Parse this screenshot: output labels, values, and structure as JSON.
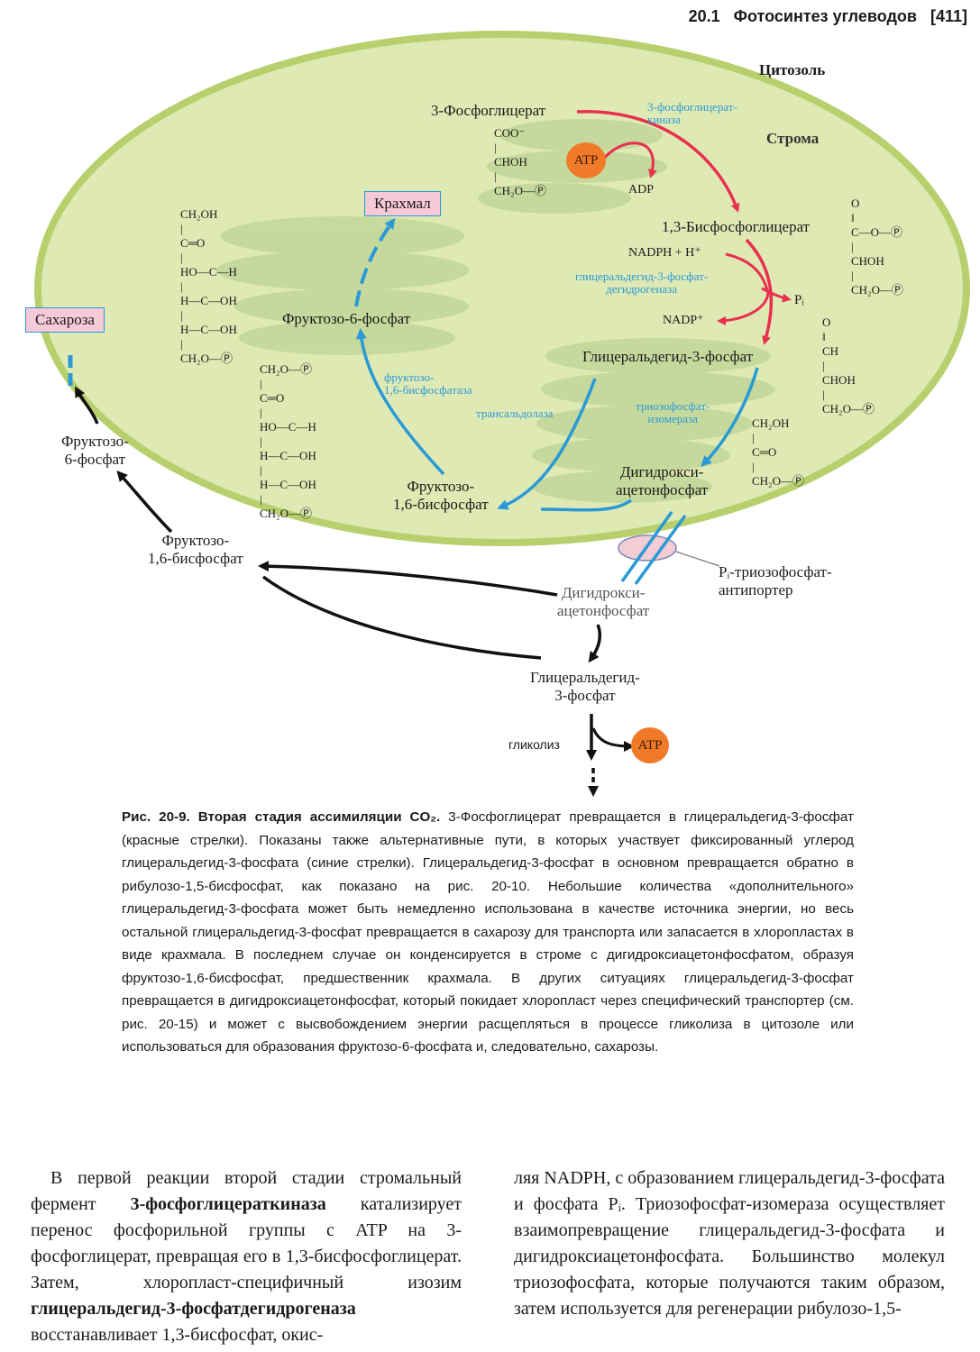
{
  "header": {
    "section": "20.1",
    "title": "Фотосинтез углеводов",
    "page": "[411]"
  },
  "figure": {
    "compartments": {
      "cytosol": "Цитозоль",
      "stroma": "Строма"
    },
    "stroma": {
      "pga": "3-Фосфоглицерат",
      "pga_struct": "COO⁻\n|\nCHOH\n|\nCH₂O—Ⓟ",
      "atp": "ATP",
      "adp": "ADP",
      "pgk": "3-фосфоглицерат-\nкиназа",
      "bpg": "1,3-Бисфосфоглицерат",
      "bpg_struct": "O\n‖\nC—O—Ⓟ\n|\nCHOH\n|\nCH₂O—Ⓟ",
      "nadph": "NADPH + H⁺",
      "gapdh": "глицеральдегид-3-фосфат-\nдегидрогеназа",
      "pi": "Pᵢ",
      "nadp": "NADP⁺",
      "g3p": "Глицеральдегид-3-фосфат",
      "g3p_struct": "O\n‖\nCH\n|\nCHOH\n|\nCH₂O—Ⓟ",
      "tpi": "триозофосфат-\nизомераза",
      "dhap": "Дигидрокси-\nацетонфосфат",
      "dhap_struct": "CH₂OH\n|\nC═O\n|\nCH₂O—Ⓟ",
      "aldolase": "трансальдолаза",
      "fbp": "Фруктозо-\n1,6-бисфосфат",
      "fbp_struct": "CH₂O—Ⓟ\n|\nC═O\n|\nHO—C—H\n|\nH—C—OH\n|\nH—C—OH\n|\nCH₂O—Ⓟ",
      "fbpase": "фруктозо-\n1,6-бисфосфатаза",
      "f6p": "Фруктозо-6-фосфат",
      "f6p_struct": "CH₂OH\n|\nC═O\n|\nHO—C—H\n|\nH—C—OH\n|\nH—C—OH\n|\nCH₂O—Ⓟ",
      "starch": "Крахмал"
    },
    "cytosol": {
      "sucrose": "Сахароза",
      "f6p": "Фруктозо-\n6-фосфат",
      "fbp": "Фруктозо-\n1,6-бисфосфат",
      "antiporter": "Pᵢ-триозофосфат-\nантипортер",
      "dhap": "Дигидрокси-\nацетонфосфат",
      "g3p": "Глицеральдегид-\n3-фосфат",
      "glycolysis": "гликолиз",
      "atp": "ATP"
    }
  },
  "caption": {
    "label": "Рис. 20-9.",
    "title": "Вторая стадия ассимиляции CO₂.",
    "text": "3-Фосфоглицерат превращается в глицеральдегид-3-фосфат (красные стрелки). Показаны также альтернативные пути, в которых участвует фиксированный углерод глицеральдегид-3-фосфата (синие стрелки). Глицеральдегид-3-фосфат в основном превращается обратно в рибулозо-1,5-бисфосфат, как показано на рис. 20-10. Небольшие количества «дополнительного» глицеральдегид-3-фосфата может быть немедленно использована в качестве источника энергии, но весь остальной глицеральдегид-3-фосфат превращается в сахарозу для транспорта или запасается в хлоропластах в виде крахмала. В последнем случае он конденсируется в строме с дигидроксиацетонфосфатом, образуя фруктозо-1,6-бисфосфат, предшественник крахмала. В других ситуациях глицеральдегид-3-фосфат превращается в дигидроксиацетонфосфат, который покидает хлоропласт через специфический транспортер (см. рис. 20-15) и может с высвобождением энергии расщепляться в процессе гликолиза в цитозоле или использоваться для образования фруктозо-6-фосфата и, следовательно, сахарозы."
  },
  "body": {
    "col1": {
      "t1": "В первой реакции второй стадии стромальный фермент ",
      "b1": "3-фосфоглицераткиназа",
      "t2": " катализирует перенос фосфорильной группы с ATP на 3-фосфоглицерат, превращая его в 1,3-бисфосфоглицерат. Затем, хлоропласт-специфичный изозим ",
      "b2": "глицеральдегид-3-фосфатдегидрогеназа",
      "t3": " восстанавливает 1,3-бисфосфат, окис-"
    },
    "col2": {
      "text": "ляя NADPH, с образованием глицеральдегид-3-фосфата и фосфата Pᵢ. Триозофосфат-изомераза осуществляет взаимопревращение глицеральдегид-3-фосфата и дигидроксиацетонфосфата. Большинство молекул триозофосфата, которые получаются таким образом, затем используется для регенерации рибулозо-1,5-"
    }
  },
  "colors": {
    "red_arrow": "#e8304f",
    "blue_arrow": "#2a9ad6",
    "stroma": "#dfe9b4",
    "membrane": "#b9cf6e",
    "thylakoid": "#c2d79a",
    "atp": "#f07a28",
    "box_fill": "#f6c9d6"
  }
}
